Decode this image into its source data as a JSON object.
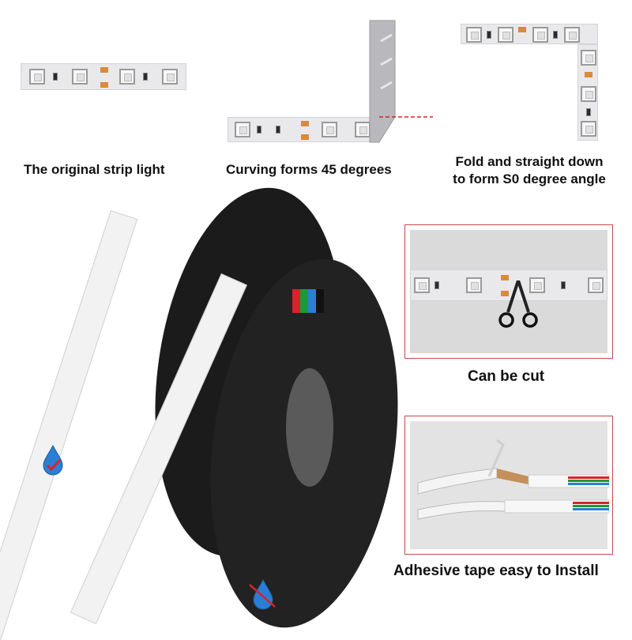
{
  "captions": {
    "original": "The original strip light",
    "curving": "Curving forms 45 degrees",
    "fold_line1": "Fold and straight down",
    "fold_line2": "to form S0 degree angle",
    "cut": "Can be cut",
    "adhesive": "Adhesive tape easy to Install"
  },
  "icons": {
    "waterproof": "water-drop-icon",
    "not_waterproof": "crossed-water-drop-icon",
    "arrow_left": "red-triangle-left-icon",
    "arrow_right": "red-triangle-right-icon",
    "scissors": "scissors-icon"
  },
  "colors": {
    "accent_red": "#d8232a",
    "drop_blue": "#2a7fd4",
    "frame_red": "#c44a4a",
    "pad_orange": "#d98a3a"
  }
}
